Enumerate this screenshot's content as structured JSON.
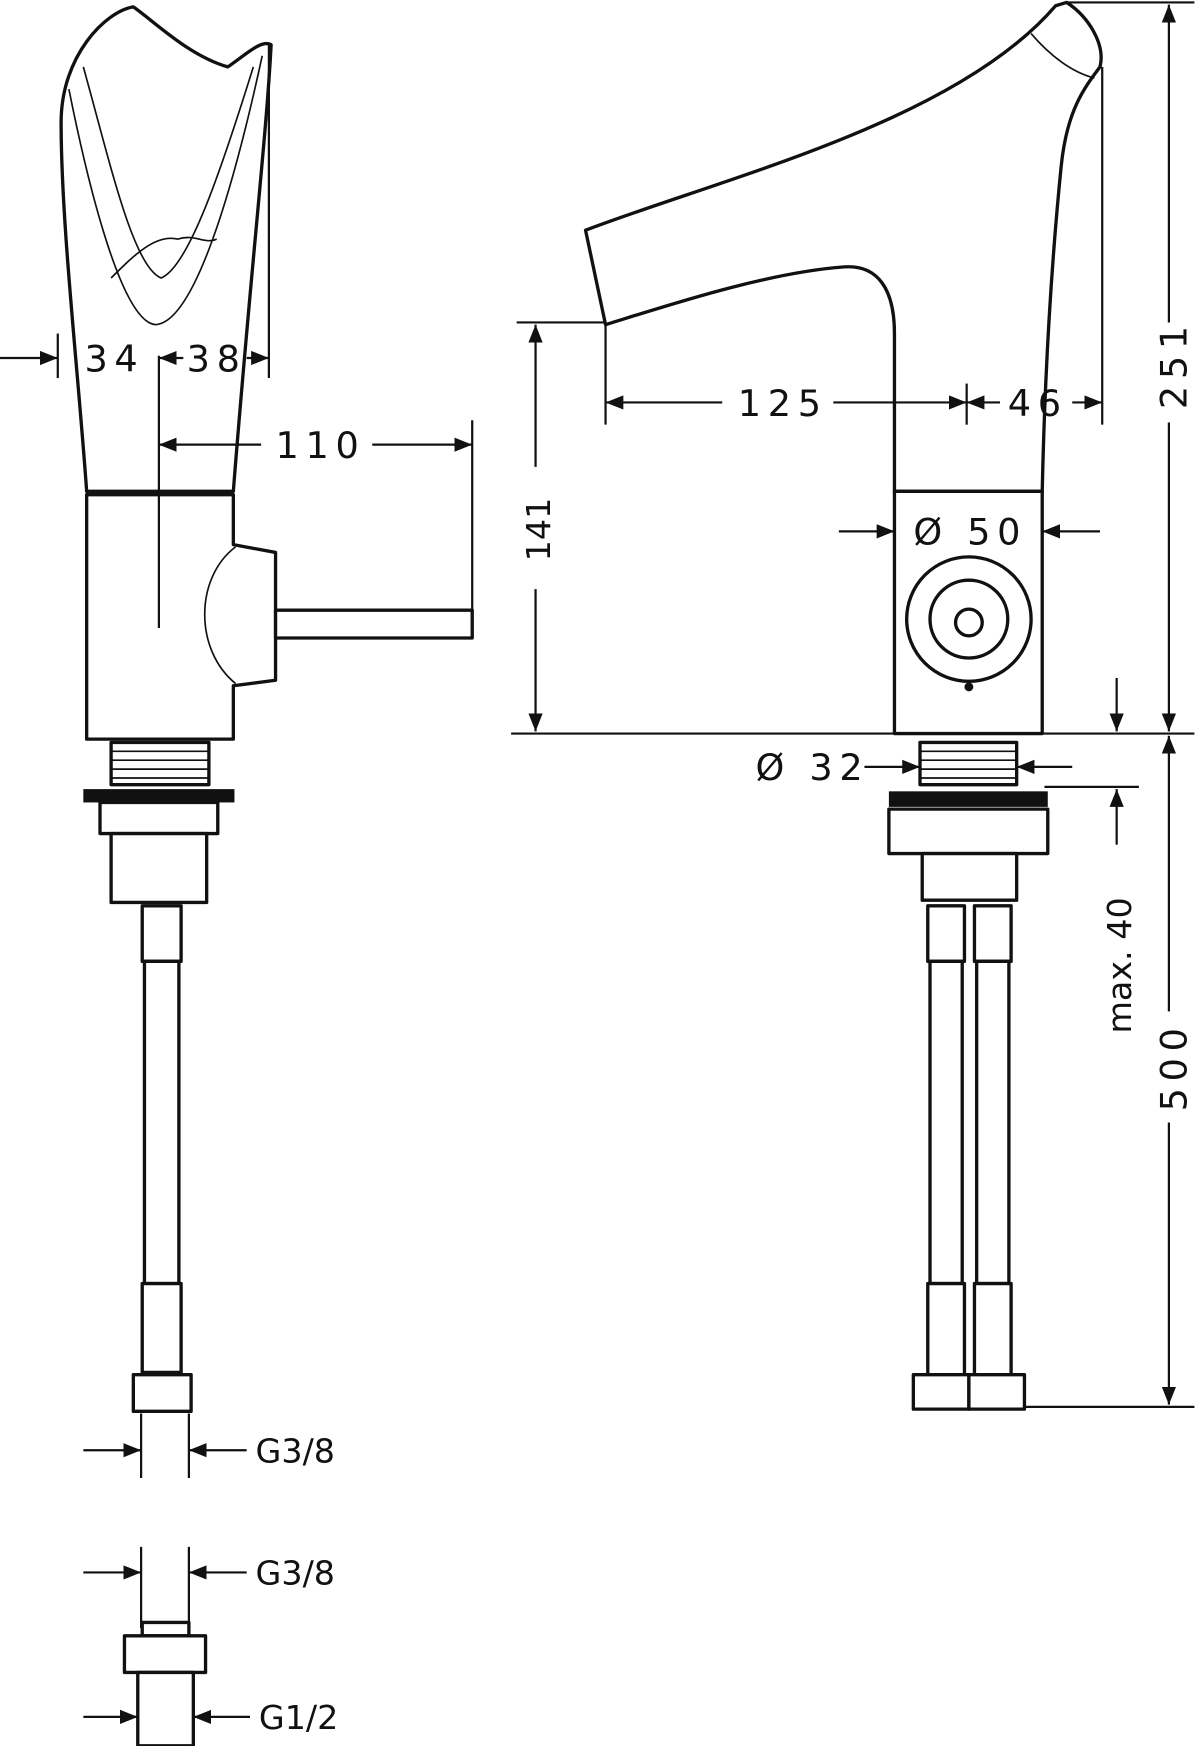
{
  "drawing": {
    "front_view": {
      "dim_left_width": "34",
      "dim_right_width": "38",
      "dim_lever_reach": "110",
      "dim_hose_connection": "G3/8",
      "dim_adapter_inlet": "G3/8",
      "dim_adapter_outlet": "G1/2"
    },
    "side_view": {
      "dim_spout_reach": "125",
      "dim_top_offset": "46",
      "dim_spout_height": "141",
      "dim_total_height": "251",
      "dim_body_diameter": "Ø 50",
      "dim_shank_diameter": "Ø 32",
      "dim_max_counter_thickness": "max. 40",
      "dim_hose_length": "500"
    }
  }
}
